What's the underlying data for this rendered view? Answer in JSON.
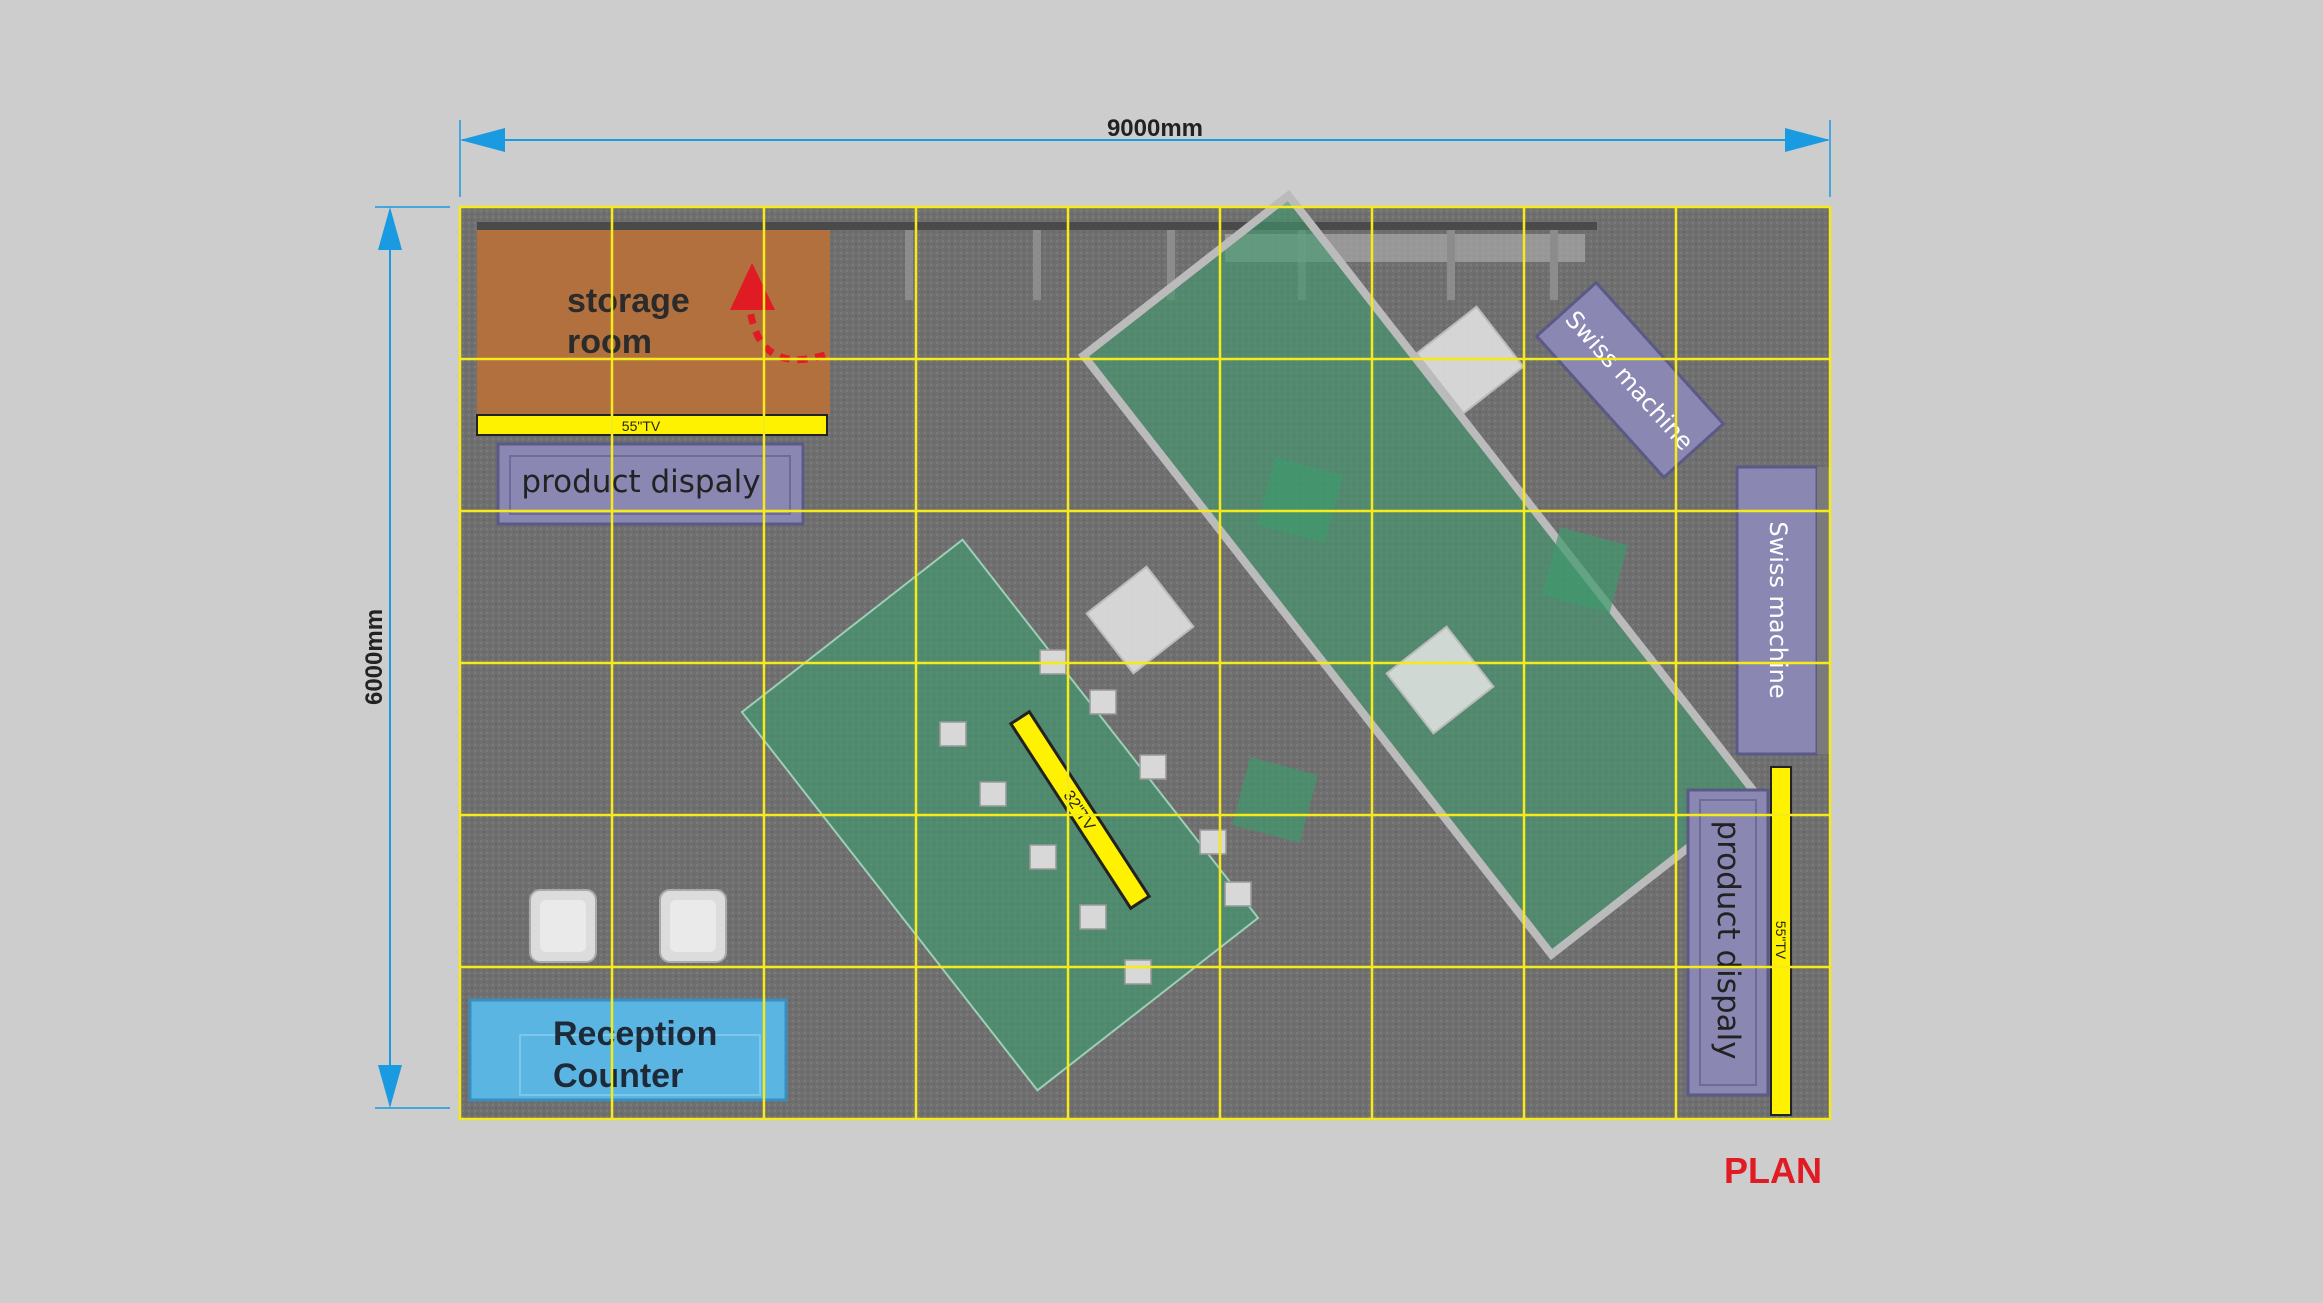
{
  "dimensions": {
    "width_label": "9000mm",
    "height_label": "6000mm"
  },
  "rooms": {
    "storage_room": {
      "line1": "storage",
      "line2": "room"
    }
  },
  "tv": {
    "storage_tv": "55\"TV",
    "center_tv": "32\"TV",
    "right_tv": "55\"TV"
  },
  "displays": {
    "product_display_left": "product dispaly",
    "product_display_right": "product dispaly"
  },
  "machines": {
    "swiss_machine_diagonal": "Swiss machine",
    "swiss_machine_right": "Swiss machine"
  },
  "reception": {
    "line1": "Reception",
    "line2": "Counter"
  },
  "plan_label": "PLAN",
  "colors": {
    "background": "#cdcdcd",
    "floor": "#6e6e6e",
    "grid": "#f5ea1a",
    "dimension": "#1a9ae0",
    "storage": "#b2703f",
    "display": "#8a87b3",
    "reception": "#5bb5e3",
    "platform": "#3f9a6e",
    "tv": "#fff200",
    "plan_text": "#e01b24"
  }
}
